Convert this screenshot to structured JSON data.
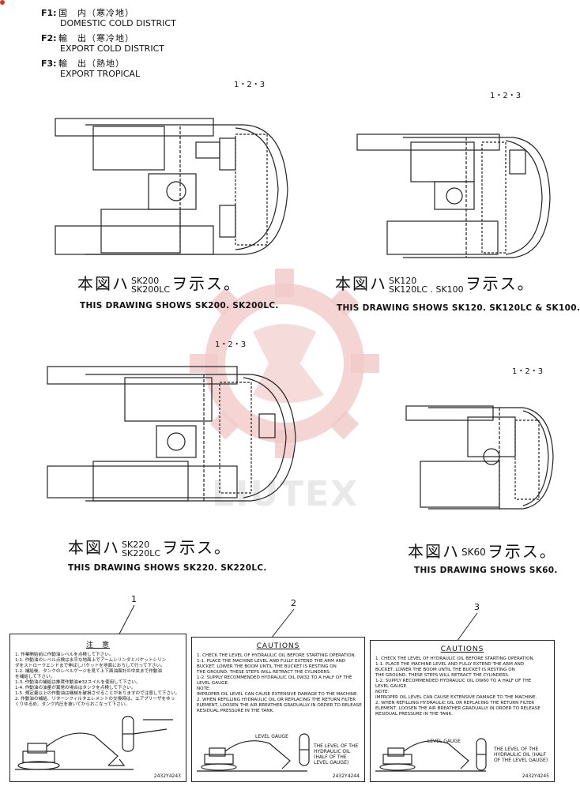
{
  "legend": [
    {
      "code": "F1:",
      "ja": "国　内（寒冷地）",
      "en": "DOMESTIC COLD DISTRICT"
    },
    {
      "code": "F2:",
      "ja": "輸　出（寒冷地）",
      "en": "EXPORT COLD DISTRICT"
    },
    {
      "code": "F3:",
      "ja": "輸　出（熱地）",
      "en": "EXPORT TROPICAL"
    }
  ],
  "drawings": [
    {
      "ref": "1・2・3",
      "cap_pre": "本図ハ",
      "models": [
        "SK200",
        "SK200LC"
      ],
      "cap_post": "ヲ示ス。",
      "en": "THIS DRAWING SHOWS SK200. SK200LC."
    },
    {
      "ref": "1・2・3",
      "cap_pre": "本図ハ",
      "models": [
        "SK120",
        "SK120LC . SK100"
      ],
      "cap_post": "ヲ示ス。",
      "en": "THIS DRAWING SHOWS SK120. SK120LC & SK100."
    },
    {
      "ref": "1・2・3",
      "cap_pre": "本図ハ",
      "models": [
        "SK220",
        "SK220LC"
      ],
      "cap_post": "ヲ示ス。",
      "en": "THIS DRAWING SHOWS SK220. SK220LC."
    },
    {
      "ref": "1・2・3",
      "cap_pre": "本図ハ",
      "models": [
        "SK60"
      ],
      "cap_post": "ヲ示ス。",
      "en": "THIS DRAWING SHOWS SK60."
    }
  ],
  "labels": [
    {
      "num": "1",
      "title": "注　意",
      "lines": [
        "1. 作業開始前に作動油レベルを点検して下さい。",
        "1-1. 作動油のレベル点検は水平な地面上でアームシリンダとバケットシリン",
        "ダをストロークエンドまで伸ばしバケットを地面におろして行って下さい。",
        "1-2. 補給後、タンクのレベルゲージを見て上下面油面計の中央まで作動油",
        "を補給して下さい。",
        "1-3. 作動油の補給は推奨作動油#32スイルを使用して下さい。",
        "1-4. 作動油の油量が異常の場合はタンクを点検して下さい。",
        "1-5. 規定量以上の作動油は機械を破損させることがありますので注意して下さい。",
        "2. 作動油の補給、リターンフィルタエレメントの交換時は、エアブリーザをゆっ",
        "くりゆるめ、タンク内圧を抜いてからおこなって下さい。"
      ],
      "code": "2432Y4243"
    },
    {
      "num": "2",
      "title": "CAUTIONS",
      "lines": [
        "1. CHECK THE LEVEL OF HYDRAULIC OIL BEFORE STARTING OPERATION.",
        "1-1. PLACE THE MACHINE LEVEL AND FULLY EXTEND THE ARM AND",
        "BUCKET. LOWER THE BOOM UNTIL THE BUCKET IS RESTING ON",
        "THE GROUND. THESE STEPS WILL RETRACT THE CYLINDERS.",
        "1-2. SUPPLY RECOMMENDED HYDRAULIC OIL 0W32 TO A HALF OF THE",
        "LEVEL GAUGE.",
        "NOTE:",
        "IMPROPER OIL LEVEL CAN CAUSE EXTENSIVE DAMAGE TO THE MACHINE.",
        "2. WHEN REFILLING HYDRAULIC OIL OR REPLACING THE RETURN FILTER",
        "ELEMENT, LOOSEN THE AIR BREATHER GRADUALLY IN ORDER TO RELEASE",
        "RESIDUAL PRESSURE IN THE TANK."
      ],
      "gauge_label": "LEVEL GAUGE",
      "gauge_note": "THE LEVEL OF THE HYDRAULIC OIL (HALF OF THE LEVEL GAUGE)",
      "code": "2432Y4244"
    },
    {
      "num": "3",
      "title": "CAUTIONS",
      "lines": [
        "1. CHECK THE LEVEL OF HYDRAULIC OIL BEFORE STARTING OPERATION.",
        "1-1. PLACE THE MACHINE LEVEL AND FULLY EXTEND THE ARM AND",
        "BUCKET. LOWER THE BOOM UNTIL THE BUCKET IS RESTING ON",
        "THE GROUND. THESE STEPS WILL RETRACT THE CYLINDERS.",
        "1-2. SUPPLY RECOMMENDED HYDRAULIC OIL OW60 TO A HALF OF THE",
        "LEVEL GAUGE.",
        "NOTE:",
        "IMPROPER OIL LEVEL CAN CAUSE EXTENSIVE DAMAGE TO THE MACHINE.",
        "2. WHEN REFILLING HYDRAULIC OIL OR REPLACING THE RETURN FILTER",
        "ELEMENT, LOOSEN THE AIR BREATHER GRADUALLY IN ORDER TO RELEASE",
        "RESIDUAL PRESSURE IN THE TANK."
      ],
      "gauge_label": "LEVEL GAUGE",
      "gauge_note": "THE LEVEL OF THE HYDRAULIC OIL (HALF OF THE LEVEL GAUGE)",
      "code": "2432Y4245"
    }
  ],
  "watermark_text": "LIUTEX",
  "colors": {
    "ink": "#111111",
    "watermark": "#e8a0a0",
    "paper": "#ffffff"
  }
}
